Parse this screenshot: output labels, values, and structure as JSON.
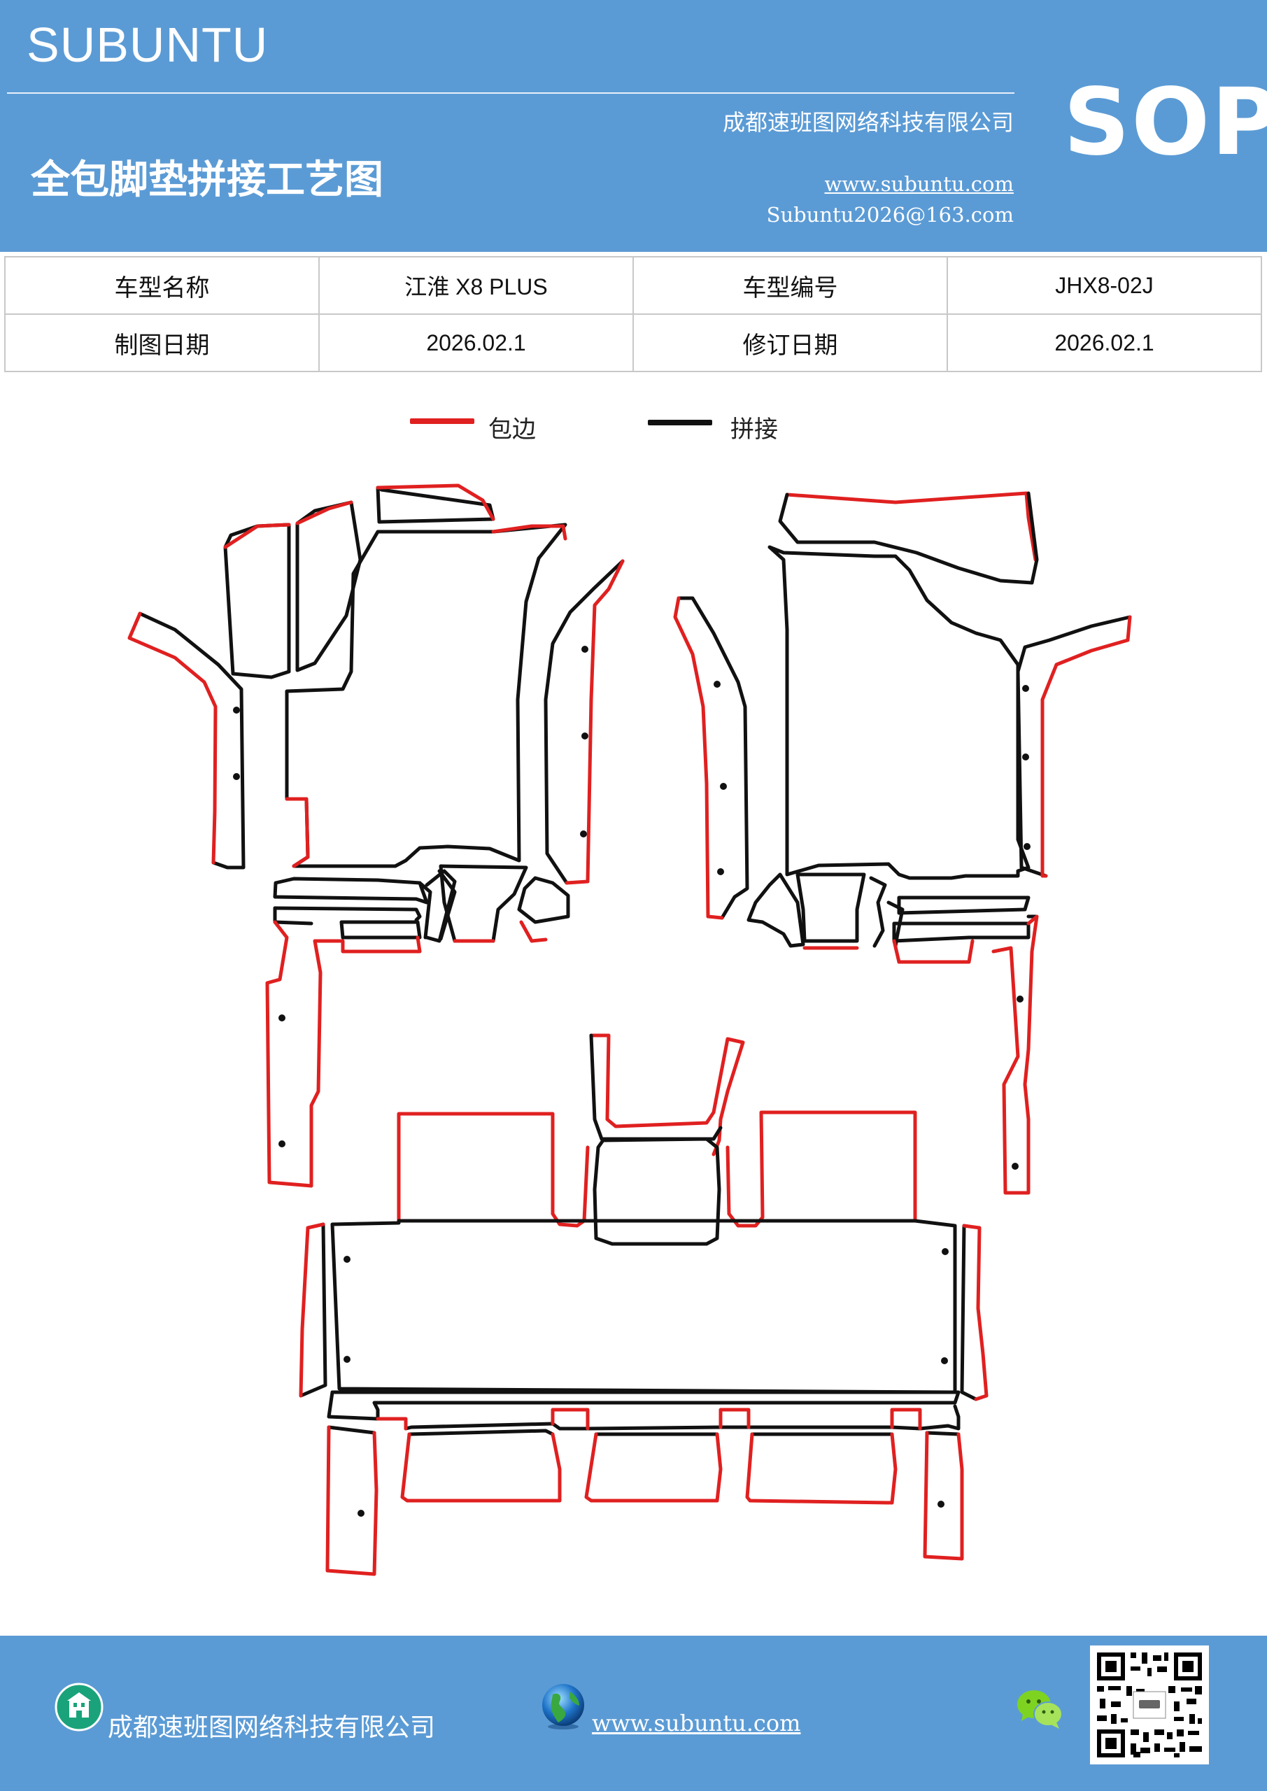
{
  "header": {
    "brand": "SUBUNTU",
    "badge": "SOP",
    "company": "成都速班图网络科技有限公司",
    "title": "全包脚垫拼接工艺图",
    "website": "www.subuntu.com",
    "email": "Subuntu2026@163.com"
  },
  "info": {
    "row1": [
      "车型名称",
      "江淮 X8  PLUS",
      "车型编号",
      "JHX8-02J"
    ],
    "row2": [
      "制图日期",
      "2026.02.1",
      "修订日期",
      "2026.02.1"
    ]
  },
  "legend": {
    "edge": {
      "label": "包边",
      "color": "#e02020"
    },
    "seam": {
      "label": "拼接",
      "color": "#111111"
    }
  },
  "footer": {
    "company": "成都速班图网络科技有限公司",
    "website": "www.subuntu.com ",
    "icons": [
      "building-icon",
      "globe-icon",
      "wechat-icon",
      "qr-code"
    ]
  },
  "colors": {
    "header_bg": "#5b9bd5",
    "edge": "#e02020",
    "seam": "#111111"
  }
}
